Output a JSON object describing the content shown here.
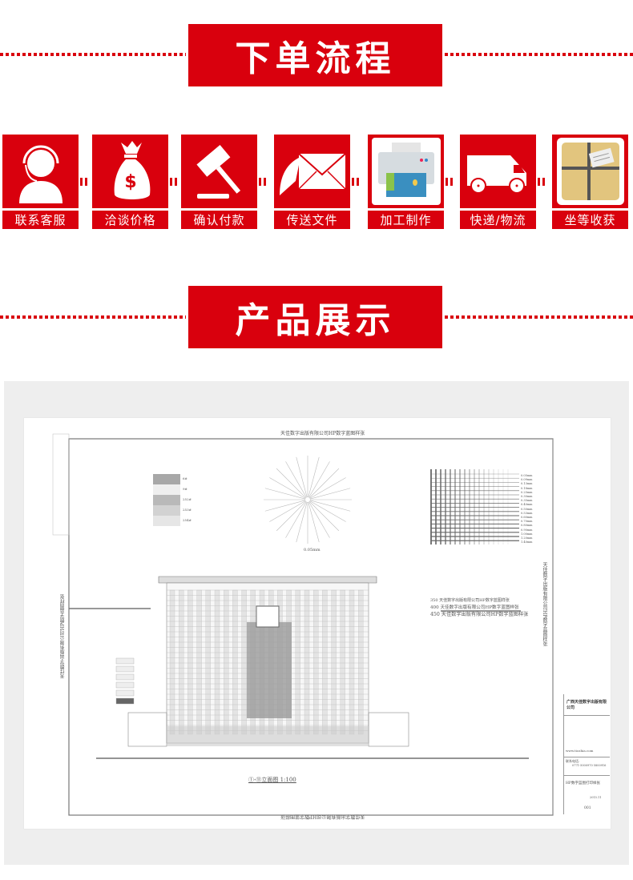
{
  "section1": {
    "title": "下单流程"
  },
  "steps": [
    {
      "label": "联系客服",
      "icon": "customer-service-icon"
    },
    {
      "label": "洽谈价格",
      "icon": "money-bag-icon"
    },
    {
      "label": "确认付款",
      "icon": "gavel-icon"
    },
    {
      "label": "传送文件",
      "icon": "envelope-icon"
    },
    {
      "label": "加工制作",
      "icon": "printer-icon"
    },
    {
      "label": "快递/物流",
      "icon": "van-icon"
    },
    {
      "label": "坐等收获",
      "icon": "package-icon"
    }
  ],
  "section2": {
    "title": "产品展示"
  },
  "drawing": {
    "header": "天佳数字出版有限公司HP数字蓝图样张",
    "footer_mirrored": "天佳数字出版有限公司HP数字蓝图样张",
    "side_vertical": "天佳数字出版有限公司HP数字蓝图样张",
    "swatches": [
      "6#",
      "9#",
      "252#",
      "253#",
      "254#"
    ],
    "starburst_label": "0.05mm",
    "line_widths": [
      "0.05mm",
      "0.09mm",
      "0.13mm",
      "0.18mm",
      "0.25mm",
      "0.30mm",
      "0.35mm",
      "0.40mm",
      "0.50mm",
      "0.53mm",
      "0.60mm",
      "0.70mm",
      "0.80mm",
      "0.90mm",
      "1.00mm",
      "1.20mm",
      "1.40mm"
    ],
    "font_samples": [
      {
        "size": "350",
        "text": "天佳数字出版有限公司HP数字蓝图样张"
      },
      {
        "size": "400",
        "text": "天佳数字出版有限公司HP数字蓝图样张"
      },
      {
        "size": "450",
        "text": "天佳数字出版有限公司HP数字蓝图样张"
      }
    ],
    "caption": "①-⑪立面图 1:100",
    "title_block": {
      "company": "广西天佳数字出版有限公司",
      "website": "www.tiozhia.com",
      "phone_label": "联系电话:",
      "phone": "0771-5000970 5800916",
      "sheet_name": "HP数字蓝图打印样张",
      "date": "2015.11",
      "number": "001"
    }
  }
}
